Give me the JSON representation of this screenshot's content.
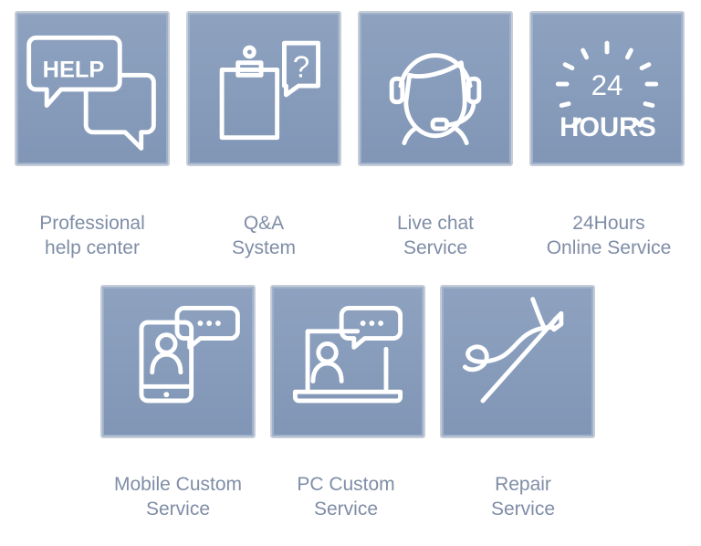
{
  "services": [
    {
      "id": "help",
      "line1": "Professional",
      "line2": "help center",
      "icon": "help-bubbles-icon",
      "icon_text": "HELP"
    },
    {
      "id": "qa",
      "line1": "Q&A",
      "line2": "System",
      "icon": "clipboard-question-icon",
      "icon_text": "?"
    },
    {
      "id": "livechat",
      "line1": "Live chat",
      "line2": "Service",
      "icon": "headset-agent-icon"
    },
    {
      "id": "24h",
      "line1": "24Hours",
      "line2": "Online Service",
      "icon": "24-hours-clock-icon",
      "icon_text_top": "24",
      "icon_text_bottom": "HOURS"
    },
    {
      "id": "mobile",
      "line1": "Mobile Custom",
      "line2": "Service",
      "icon": "mobile-chat-icon"
    },
    {
      "id": "pc",
      "line1": "PC Custom",
      "line2": "Service",
      "icon": "laptop-chat-icon"
    },
    {
      "id": "repair",
      "line1": "Repair",
      "line2": "Service",
      "icon": "needle-thread-icon"
    }
  ],
  "colors": {
    "tile": "#8499b8",
    "icon_stroke": "#ffffff",
    "caption": "#7f8da6"
  }
}
